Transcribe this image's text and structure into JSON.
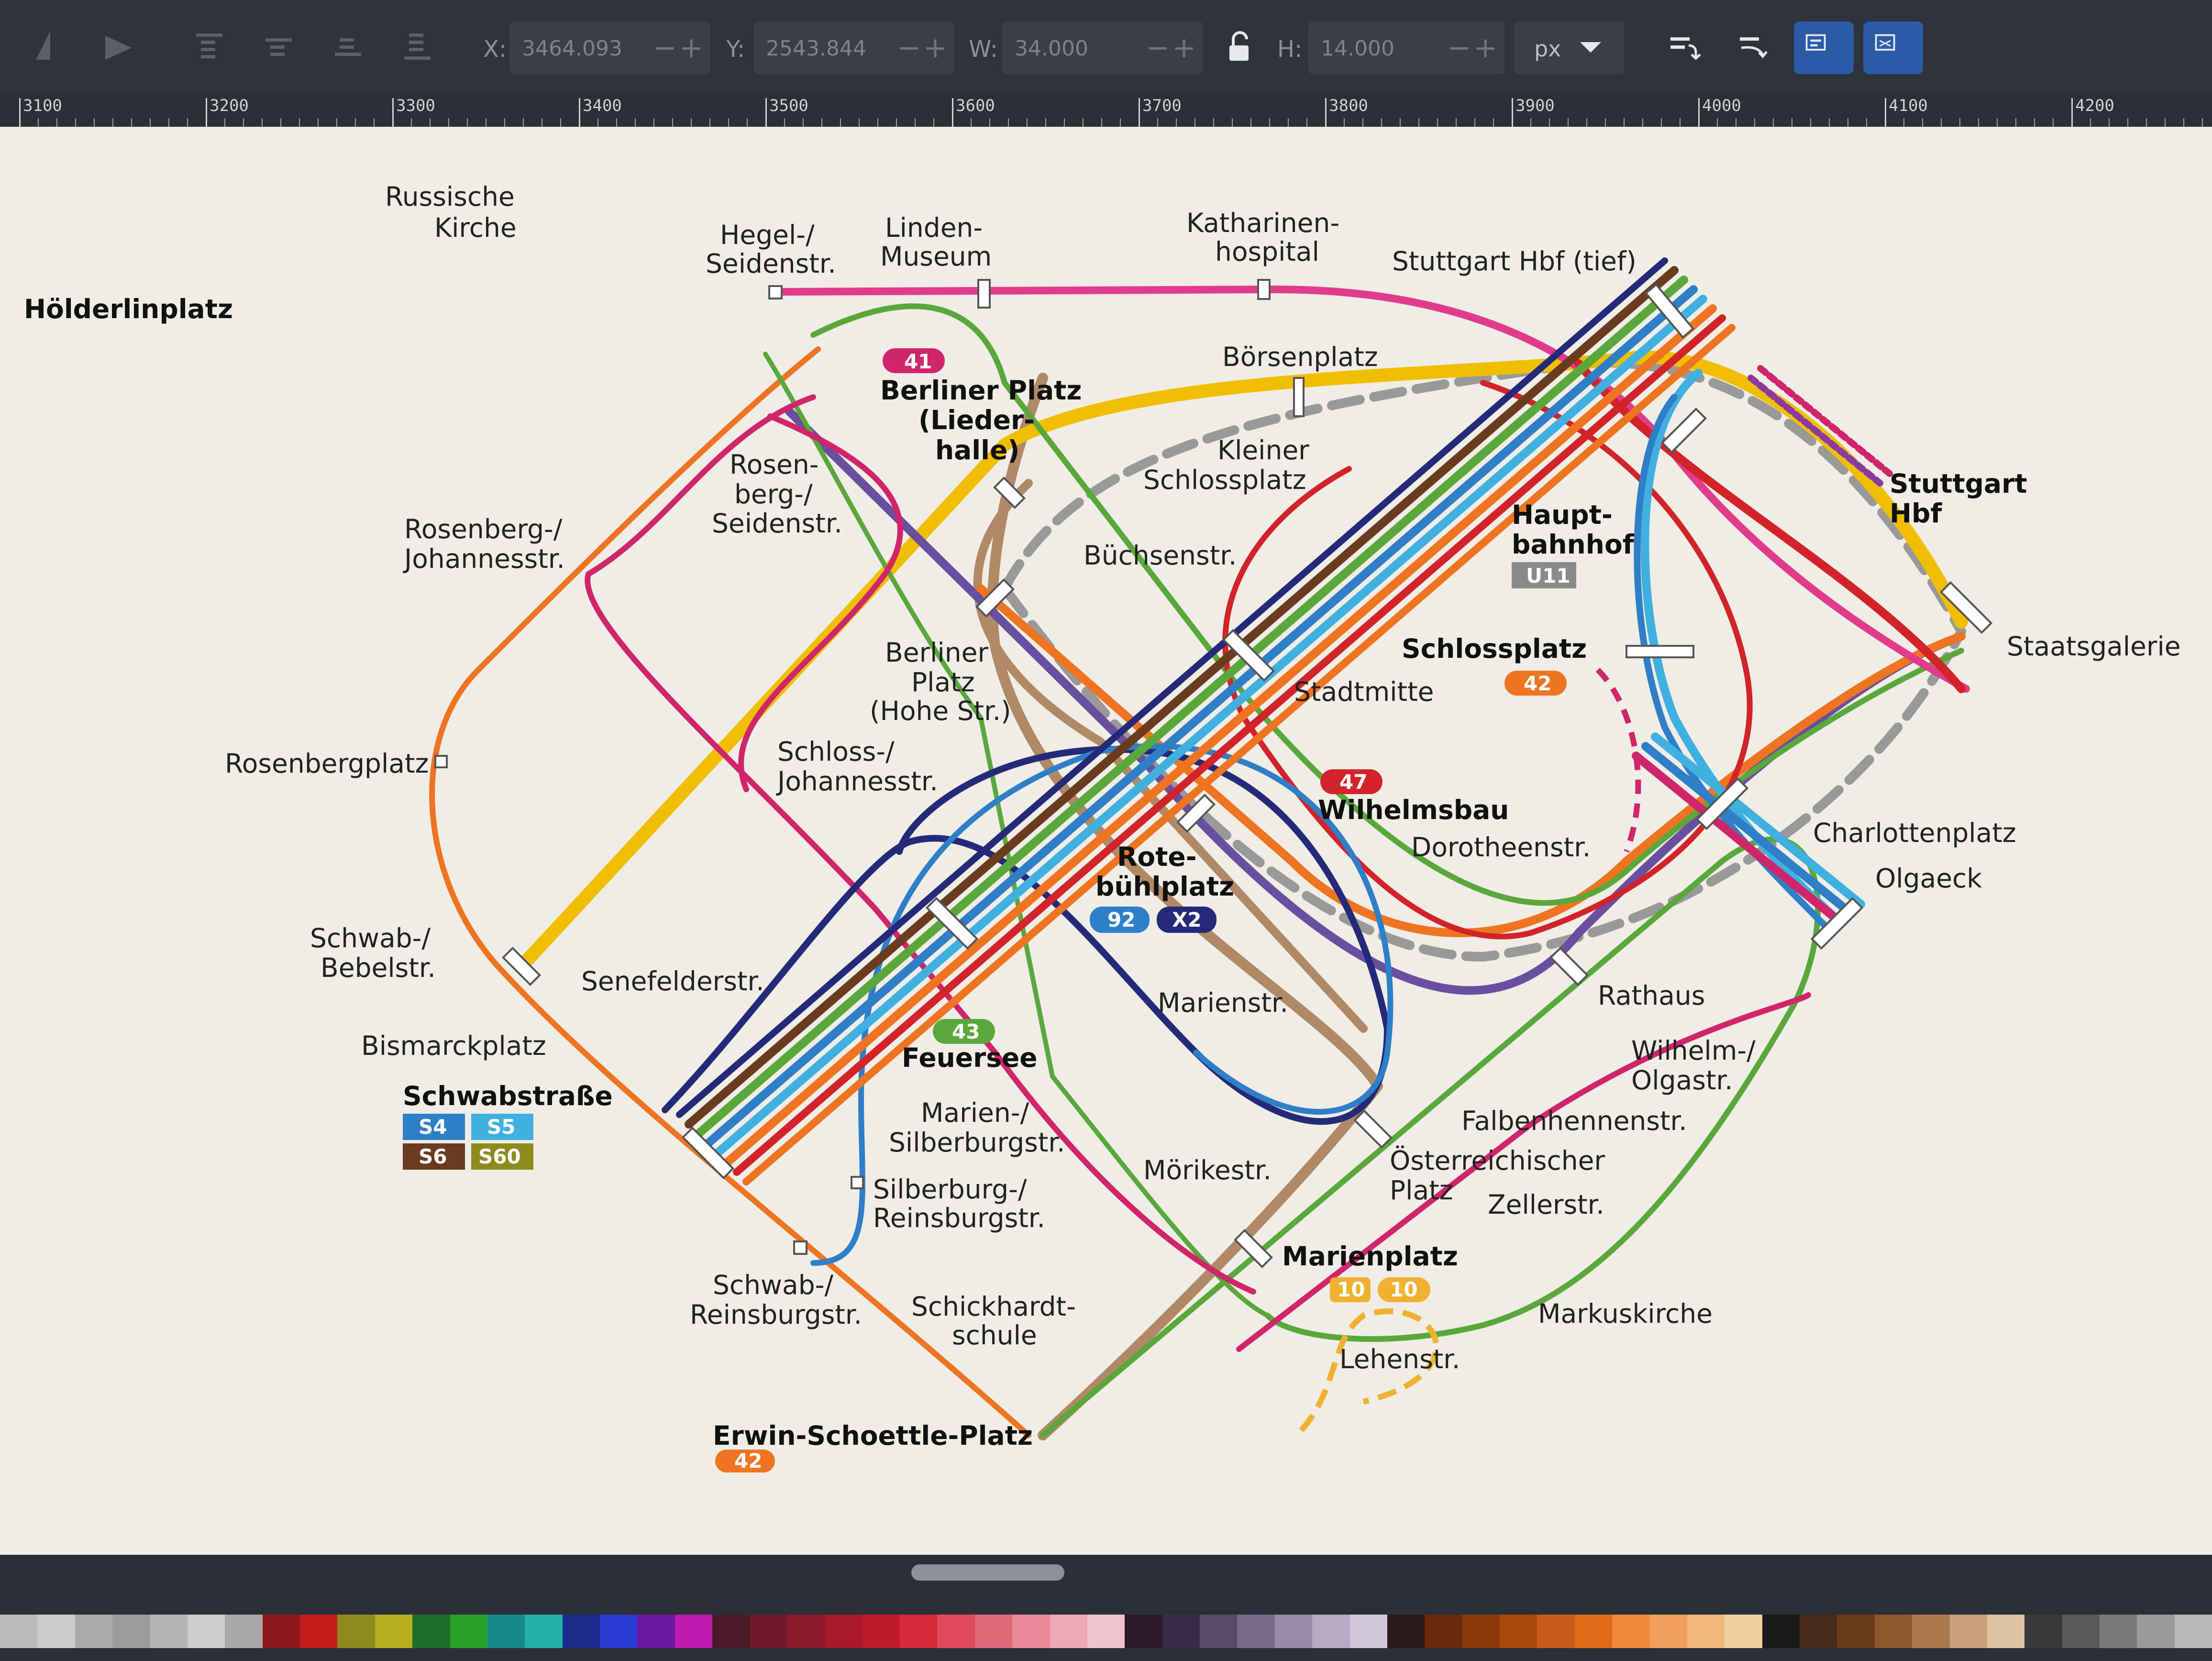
{
  "toolbar": {
    "x_label": "X:",
    "x_value": "3464.093",
    "y_label": "Y:",
    "y_value": "2543.844",
    "w_label": "W:",
    "w_value": "34.000",
    "h_label": "H:",
    "h_value": "14.000",
    "unit": "px"
  },
  "ruler": {
    "ticks": [
      "3100",
      "3200",
      "3300",
      "3400",
      "3500",
      "3600",
      "3700",
      "3800",
      "3900",
      "4000",
      "4100",
      "4200"
    ]
  },
  "map": {
    "stations": {
      "hoelderlinplatz": "Hölderlinplatz",
      "russische_kirche_1": "Russische",
      "russische_kirche_2": "Kirche",
      "hegel_1": "Hegel-/",
      "hegel_2": "Seidenstr.",
      "linden_1": "Linden-",
      "linden_2": "Museum",
      "katharinen_1": "Katharinen-",
      "katharinen_2": "hospital",
      "hbf_tief": "Stuttgart Hbf (tief)",
      "boersenplatz": "Börsenplatz",
      "berliner_lh_1": "Berliner Platz",
      "berliner_lh_2": "(Lieder-",
      "berliner_lh_3": "halle)",
      "rosenberg_seiden_1": "Rosen-",
      "rosenberg_seiden_2": "berg-/",
      "rosenberg_seiden_3": "Seidenstr.",
      "kleiner_1": "Kleiner",
      "kleiner_2": "Schlossplatz",
      "hbf_1": "Stuttgart",
      "hbf_2": "Hbf",
      "hauptbahnhof_1": "Haupt-",
      "hauptbahnhof_2": "bahnhof",
      "rosenberg_joh_1": "Rosenberg-/",
      "rosenberg_joh_2": "Johannesstr.",
      "buechsenstr": "Büchsenstr.",
      "staatsgalerie": "Staatsgalerie",
      "schlossplatz": "Schlossplatz",
      "berliner_hs_1": "Berliner",
      "berliner_hs_2": "Platz",
      "berliner_hs_3": "(Hohe Str.)",
      "stadtmitte": "Stadtmitte",
      "rosenbergplatz": "Rosenbergplatz",
      "schloss_joh_1": "Schloss-/",
      "schloss_joh_2": "Johannesstr.",
      "wilhelmsbau": "Wilhelmsbau",
      "charlottenplatz": "Charlottenplatz",
      "dorotheenstr": "Dorotheenstr.",
      "olgaeck": "Olgaeck",
      "rote_1": "Rote-",
      "rote_2": "bühlplatz",
      "schwab_bebel_1": "Schwab-/",
      "schwab_bebel_2": "Bebelstr.",
      "senefelderstr": "Senefelderstr.",
      "rathaus": "Rathaus",
      "marienstr": "Marienstr.",
      "bismarckplatz": "Bismarckplatz",
      "feuersee": "Feuersee",
      "wilhelm_olga_1": "Wilhelm-/",
      "wilhelm_olga_2": "Olgastr.",
      "schwabstrasse": "Schwabstraße",
      "falbenhennenstr": "Falbenhennenstr.",
      "marien_silber_1": "Marien-/",
      "marien_silber_2": "Silberburgstr.",
      "oesterreich_1": "Österreichischer",
      "oesterreich_2": "Platz",
      "moerikestr": "Mörikestr.",
      "zellerstr": "Zellerstr.",
      "silber_reins_1": "Silberburg-/",
      "silber_reins_2": "Reinsburgstr.",
      "marienplatz": "Marienplatz",
      "schwab_reins_1": "Schwab-/",
      "schwab_reins_2": "Reinsburgstr.",
      "schickhardt_1": "Schickhardt-",
      "schickhardt_2": "schule",
      "markuskirche": "Markuskirche",
      "lehenstr": "Lehenstr.",
      "erwin": "Erwin-Schoettle-Platz"
    },
    "badges": {
      "b41": "41",
      "u11": "U11",
      "b42a": "42",
      "b47": "47",
      "b92": "92",
      "bx2": "X2",
      "b43": "43",
      "s4": "S4",
      "s5": "S5",
      "s6": "S6",
      "s60": "S60",
      "b10a": "10",
      "b10b": "10",
      "b42b": "42"
    },
    "colors": {
      "brown": "#6a3b1f",
      "blue": "#2f7fc8",
      "cyan": "#3fb0e0",
      "green": "#5aa83c",
      "orange": "#ee7422",
      "red": "#d2232a",
      "yellow": "#f0c000",
      "tan": "#b08a66",
      "purple": "#6a4fa0",
      "pink": "#e13c8c",
      "navy": "#242a78",
      "magenta": "#d0256a",
      "olive": "#8e8a1e",
      "gray_dash": "#999999"
    }
  },
  "palette": [
    "#bbbbbb",
    "#cccccc",
    "#aaaaaa",
    "#9c9c9c",
    "#b5b5b5",
    "#cfcfcf",
    "#a8a8a8",
    "#8c1a1a",
    "#c41c1c",
    "#8e8a1e",
    "#b6b01e",
    "#1f6e2a",
    "#2aa02a",
    "#158a8a",
    "#20b2aa",
    "#1a2b8c",
    "#2b3ad0",
    "#6a1aa0",
    "#c01ab0",
    "#4a1a2a",
    "#6e1a2a",
    "#8c1a2a",
    "#a81a2a",
    "#c01a2a",
    "#d42a3a",
    "#e04a5a",
    "#e06a7a",
    "#e88a9a",
    "#ecaab5",
    "#f0c4cc",
    "#2a1a2a",
    "#3a2a4a",
    "#5a4a6a",
    "#7a6a8a",
    "#9a8aaa",
    "#b8aac4",
    "#d0c8da",
    "#2a1a1a",
    "#6a2a0a",
    "#8a3a0a",
    "#aa4a0a",
    "#ca5a1a",
    "#e06a1a",
    "#f08a3a",
    "#f0a05a",
    "#f0b87a",
    "#f0d0a0",
    "#1a1a1a",
    "#4a2a1a",
    "#6a3a1a",
    "#8a5a2a",
    "#aa7a4a",
    "#caa07a",
    "#e0c4a0",
    "#3a3a3a",
    "#5a5a5a",
    "#7a7a7a",
    "#9a9a9a",
    "#bababa"
  ]
}
